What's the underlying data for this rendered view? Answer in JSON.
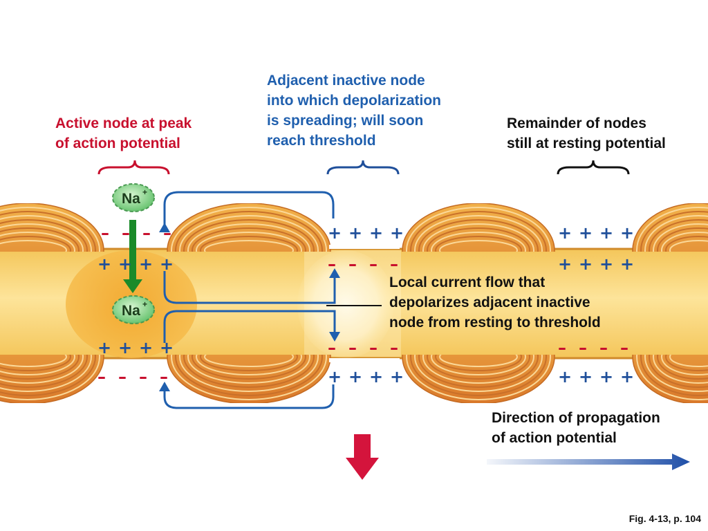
{
  "labels": {
    "active_node": {
      "lines": [
        "Active node at peak",
        "of action potential"
      ]
    },
    "adjacent_node": {
      "lines": [
        "Adjacent inactive node",
        "into which depolarization",
        "is spreading; will soon",
        "reach threshold"
      ]
    },
    "remainder_nodes": {
      "lines": [
        "Remainder of nodes",
        "still at resting potential"
      ]
    },
    "local_current": {
      "lines": [
        "Local current flow that",
        "depolarizes adjacent inactive",
        "node from resting to threshold"
      ]
    },
    "direction": {
      "lines": [
        "Direction of propagation",
        "of action potential"
      ]
    }
  },
  "ions": {
    "na": "Na",
    "charge": "+"
  },
  "signs": {
    "plus": "+",
    "minus": "–"
  },
  "caption": "Fig. 4-13, p. 104",
  "colors": {
    "active": "#c8102e",
    "adjacent": "#1f5fae",
    "remainder": "#111111",
    "current_arrow": "#1f5fae",
    "na_arrow": "#1a8a2a",
    "propagation_arrow": "#d4143c"
  }
}
